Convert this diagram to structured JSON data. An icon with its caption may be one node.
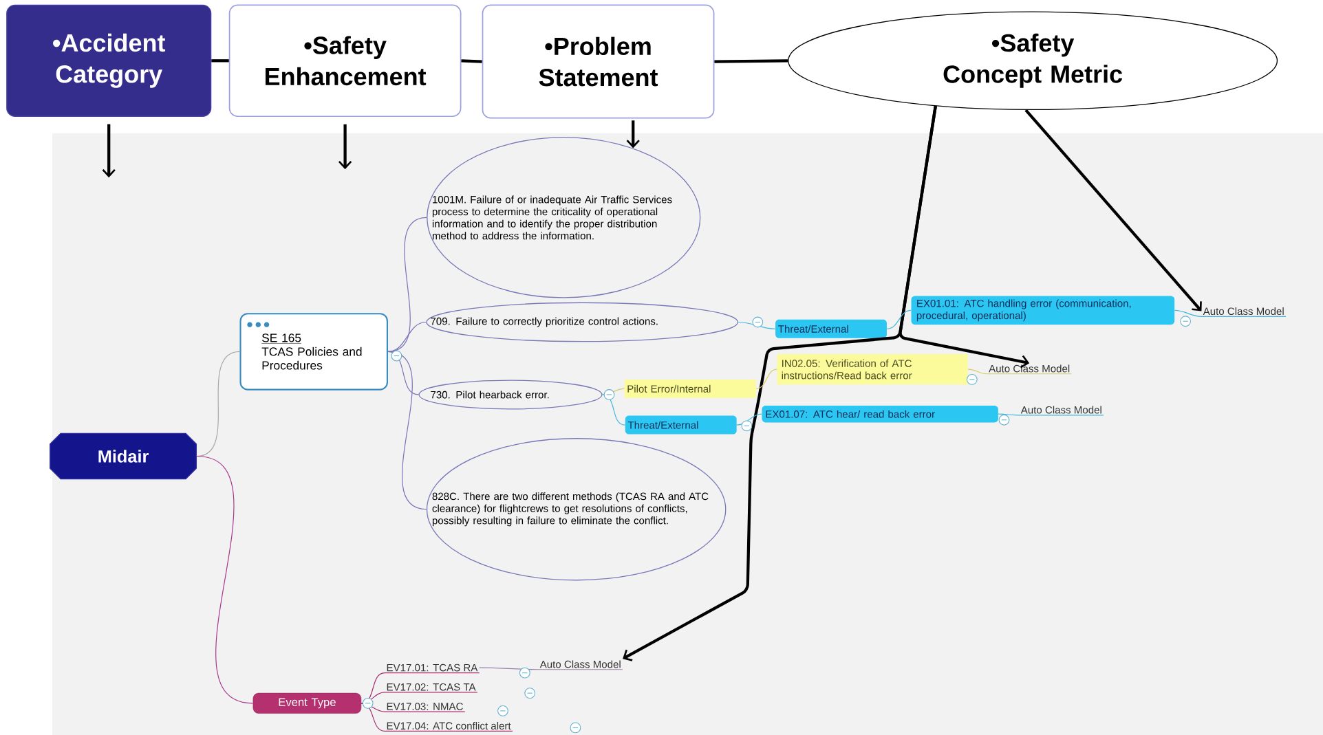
{
  "diagram": {
    "nodes": [
      {
        "text": [
          "•Accident Category"
        ]
      },
      {
        "text": [
          "•Safety Enhancement"
        ]
      },
      {
        "text": [
          "•Problem Statement"
        ]
      },
      {
        "text": [
          "•Safety Concept Metric"
        ]
      },
      {
        "text": [
          "Midair"
        ]
      },
      {
        "text": [
          "SE 165",
          "TCAS Policies and Procedures"
        ]
      },
      {
        "text": [
          "1001M. Failure of or inadequate Air Traffic Services process to determine the criticality of operational information and to identify the proper distribution method to address the information."
        ]
      },
      {
        "text": [
          "709. Failure to correctly prioritize control actions."
        ]
      },
      {
        "text": [
          "730. Pilot hearback error."
        ]
      },
      {
        "text": [
          "828C. There are two different methods (TCAS RA and ATC clearance) for flightcrews to get resolutions of conflicts, possibly resulting in failure to eliminate the conflict."
        ]
      },
      {
        "text": [
          "Threat/External"
        ]
      },
      {
        "text": [
          "EX01.01: ATC handling error (communication, procedural, operational)"
        ]
      },
      {
        "text": [
          "Auto Class Model"
        ]
      },
      {
        "text": [
          "Pilot Error/Internal"
        ]
      },
      {
        "text": [
          "IN02.05: Verification of ATC instructions/Read back error"
        ]
      },
      {
        "text": [
          "Auto Class Model"
        ]
      },
      {
        "text": [
          "Threat/External"
        ]
      },
      {
        "text": [
          "EX01.07: ATC hear/ read back error"
        ]
      },
      {
        "text": [
          "Auto Class Model"
        ]
      },
      {
        "text": [
          "Event Type"
        ]
      },
      {
        "text": [
          "EV17.01: TCAS  RA"
        ]
      },
      {
        "text": [
          "EV17.02: TCAS TA"
        ]
      },
      {
        "text": [
          "EV17.03: NMAC"
        ]
      },
      {
        "text": [
          "EV17.04: ATC conflict alert"
        ]
      },
      {
        "text": [
          "Auto Class Model"
        ]
      }
    ],
    "edges": [
      {
        "from": 0,
        "to": 1,
        "arrow": "none",
        "style": "thick"
      },
      {
        "from": 1,
        "to": 2,
        "arrow": "none",
        "style": "thick"
      },
      {
        "from": 2,
        "to": 3,
        "arrow": "none",
        "style": "thick"
      },
      {
        "from": 0,
        "to": null,
        "arrow": "to",
        "style": "thick"
      },
      {
        "from": 1,
        "to": null,
        "arrow": "to",
        "style": "thick"
      },
      {
        "from": 2,
        "to": 6,
        "arrow": "to",
        "style": "thick"
      },
      {
        "from": 3,
        "to": 12,
        "arrow": "to",
        "style": "thick"
      },
      {
        "from": 3,
        "to": 15,
        "arrow": "to",
        "style": "thick"
      },
      {
        "from": 3,
        "to": 24,
        "arrow": "to",
        "style": "thick"
      },
      {
        "from": 4,
        "to": 5,
        "arrow": "none",
        "color": "#a8a8a8"
      },
      {
        "from": 4,
        "to": 19,
        "arrow": "none",
        "color": "#a8388e"
      },
      {
        "from": 5,
        "to": 6,
        "arrow": "none",
        "color": "#7a72b8"
      },
      {
        "from": 5,
        "to": 7,
        "arrow": "none",
        "color": "#7a72b8"
      },
      {
        "from": 5,
        "to": 8,
        "arrow": "none",
        "color": "#7a72b8"
      },
      {
        "from": 5,
        "to": 9,
        "arrow": "none",
        "color": "#7a72b8"
      },
      {
        "from": 7,
        "to": 10,
        "arrow": "none",
        "color": "#40b8e0"
      },
      {
        "from": 10,
        "to": 11,
        "arrow": "none",
        "color": "#40b8e0"
      },
      {
        "from": 11,
        "to": 12,
        "arrow": "none",
        "color": "#40b8e0"
      },
      {
        "from": 8,
        "to": 13,
        "arrow": "none",
        "color": "#d8cc60"
      },
      {
        "from": 13,
        "to": 14,
        "arrow": "none",
        "color": "#d8cc60"
      },
      {
        "from": 14,
        "to": 15,
        "arrow": "none",
        "color": "#d8cc60"
      },
      {
        "from": 8,
        "to": 16,
        "arrow": "none",
        "color": "#40b8e0"
      },
      {
        "from": 16,
        "to": 17,
        "arrow": "none",
        "color": "#40b8e0"
      },
      {
        "from": 17,
        "to": 18,
        "arrow": "none",
        "color": "#40b8e0"
      },
      {
        "from": 19,
        "to": 20,
        "arrow": "none",
        "color": "#a8306e"
      },
      {
        "from": 19,
        "to": 21,
        "arrow": "none",
        "color": "#a8306e"
      },
      {
        "from": 19,
        "to": 22,
        "arrow": "none",
        "color": "#a8306e"
      },
      {
        "from": 19,
        "to": 23,
        "arrow": "none",
        "color": "#a8306e"
      },
      {
        "from": 20,
        "to": 24,
        "arrow": "none",
        "color": "#9a80a8"
      }
    ]
  }
}
